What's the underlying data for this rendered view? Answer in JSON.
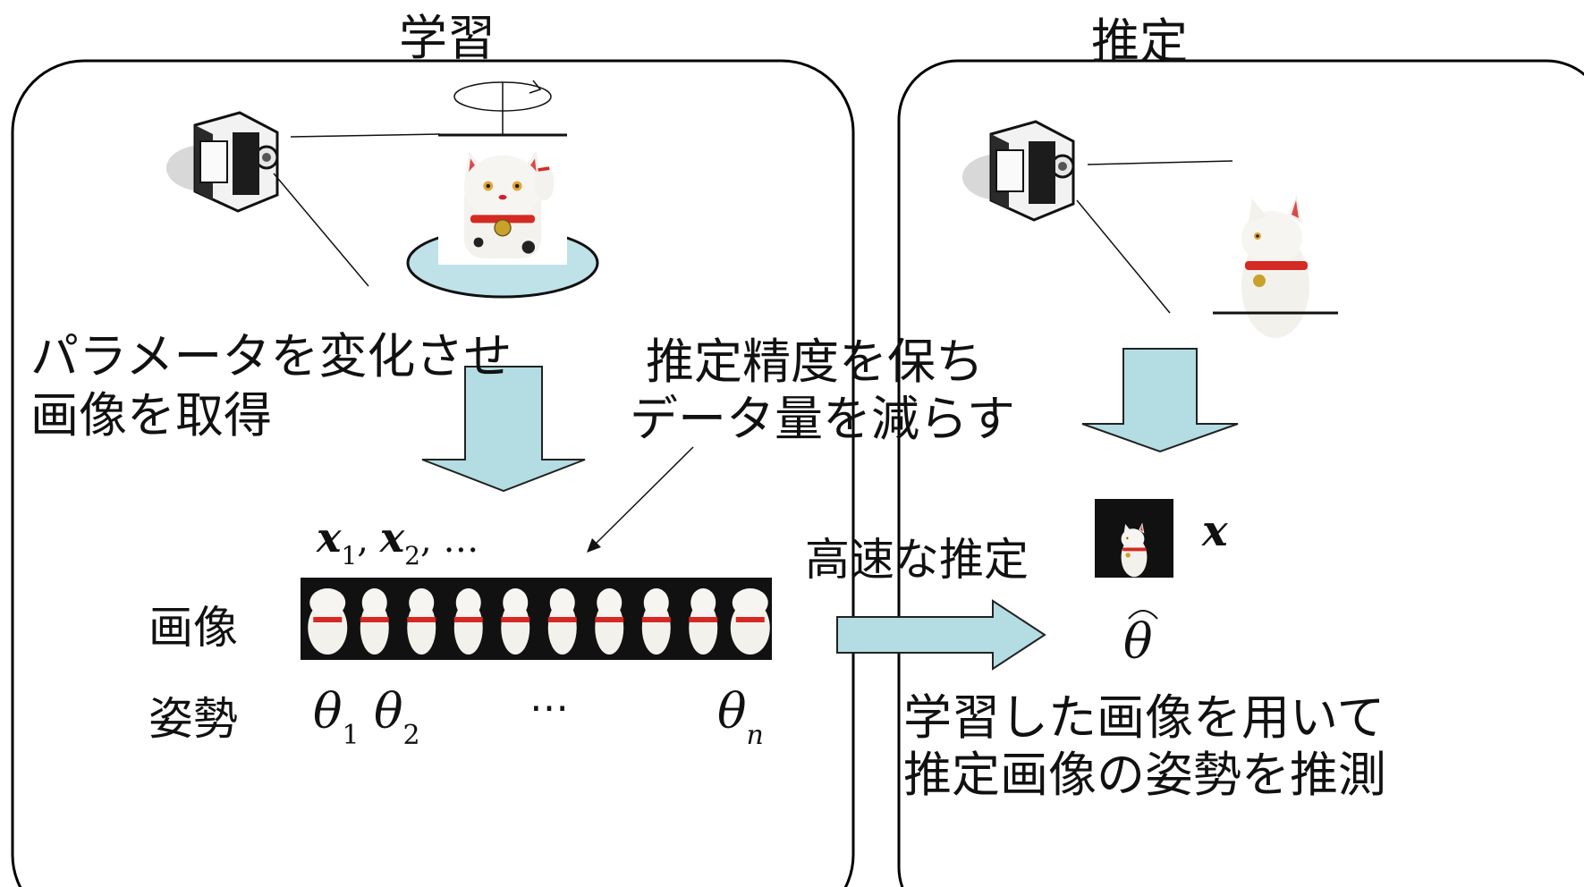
{
  "panels": {
    "learning_title": "学習",
    "estimation_title": "推定"
  },
  "labels": {
    "vary_params_line1": "パラメータを変化させ",
    "vary_params_line2": "画像を取得",
    "keep_accuracy_line1": "推定精度を保ち",
    "keep_accuracy_line2": "データ量を減らす",
    "fast_estimation": "高速な推定",
    "image_row": "画像",
    "pose_row": "姿勢",
    "use_learned_line1": "学習した画像を用いて",
    "use_learned_line2": "推定画像の姿勢を推測"
  },
  "math": {
    "x_seq_1": "x",
    "x_seq_sub1": "1",
    "x_seq_2": "x",
    "x_seq_sub2": "2",
    "x_seq_tail": ", …",
    "theta": "θ",
    "theta_sub1": "1",
    "theta_sub2": "2",
    "theta_subn": "n",
    "theta_dots": "⋯",
    "x_query": "x",
    "theta_hat": "θ"
  },
  "colors": {
    "arrow_fill": "#b3dde3",
    "arrow_stroke": "#222222",
    "panel_border": "#000000",
    "turntable": "#bfe2e8",
    "cat_red": "#d42a23",
    "strip_bg": "#111111"
  },
  "icons": [
    "video-camera-icon",
    "maneki-neko-figurine-icon",
    "rotation-arrow-icon"
  ]
}
